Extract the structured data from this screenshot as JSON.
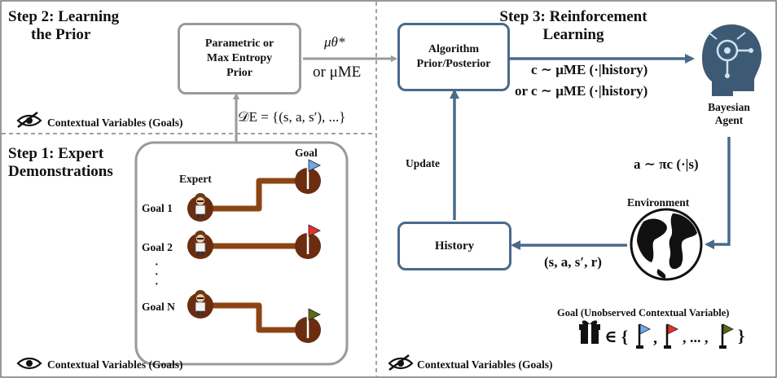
{
  "step1": {
    "line1": "Step 1: Expert",
    "line2": "Demonstrations"
  },
  "step2": {
    "line1": "Step 2: Learning",
    "line2": "the Prior"
  },
  "step3": {
    "line1": "Step 3: Reinforcement",
    "line2": "Learning"
  },
  "prior_box": {
    "line1": "Parametric or",
    "line2": "Max Entropy",
    "line3": "Prior"
  },
  "algorithm_box": {
    "line1": "Algorithm",
    "line2": "Prior/Posterior"
  },
  "history_box": {
    "label": "History"
  },
  "mu_theta": "μθ*",
  "or_mu_me": "or  μME",
  "dataset": "𝒟E = {(s, a, s′), ...}",
  "c_sample_1": "c ∼ μME (·|history)",
  "c_sample_2": "or c ∼ μME (·|history)",
  "action": "a ∼ πc (·|s)",
  "transition": "(s, a, s′, r)",
  "update": "Update",
  "bayesian_agent": {
    "line1": "Bayesian",
    "line2": "Agent"
  },
  "environment": "Environment",
  "expert": "Expert",
  "goal_header": "Goal",
  "goals": [
    "Goal 1",
    "Goal 2",
    "Goal N"
  ],
  "dots": "·\n·\n·",
  "context_top": "Contextual Variables (Goals)",
  "context_bottom_left": "Contextual Variables (Goals)",
  "context_bottom_right": "Contextual Variables (Goals)",
  "unobserved": "Goal (Unobserved Contextual Variable)",
  "set_in": "∈ {",
  "set_ellipsis": ", ... ,",
  "set_close": "}",
  "set_comma": ",",
  "colors": {
    "gray": "#9a9a9a",
    "blue": "#4a6a8c",
    "path": "#8b4513",
    "dark": "#6b2d0f",
    "flag_blue": "#6fa8e8",
    "flag_red": "#e8312a",
    "flag_olive": "#5a6a14"
  }
}
